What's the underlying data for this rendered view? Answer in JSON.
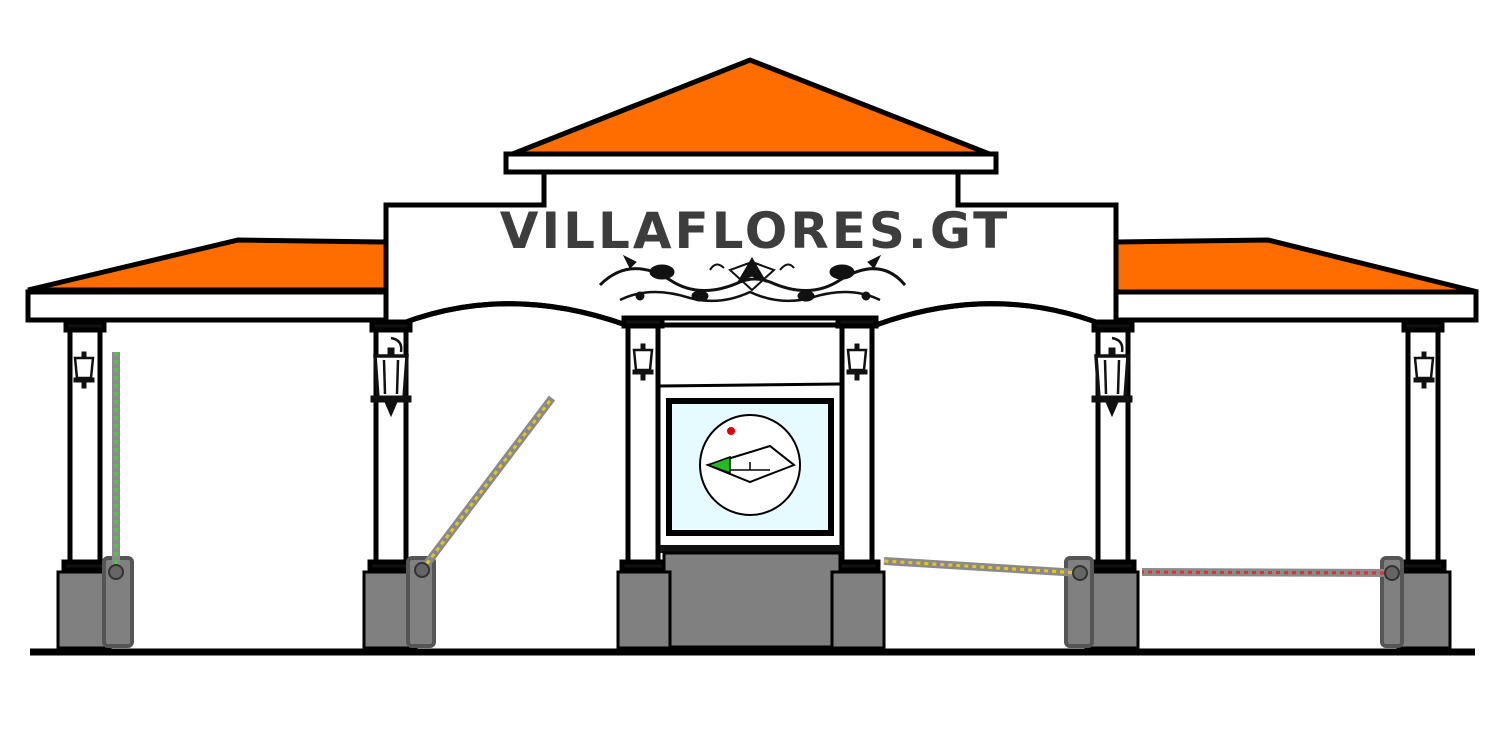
{
  "sign": {
    "text": "VILLAFLORES.GT"
  },
  "colors": {
    "roof": "#ff6d00",
    "outline": "#000000",
    "wall": "#ffffff",
    "base": "#808080",
    "screen": "#e6fbff",
    "sign_text": "#3d3d3d",
    "dot": "#e00000",
    "direction_marker": "#22bb22"
  },
  "icons": {
    "lamp": "wall-lantern-icon",
    "ornament": "floral-scroll-icon",
    "compass": "compass-dial-icon"
  },
  "barriers": {
    "lane_1": {
      "state": "raised",
      "light": "green",
      "color": "#3fd03f"
    },
    "lane_2": {
      "state": "opening",
      "light": "yellow",
      "color": "#e8c51a"
    },
    "lane_3": {
      "state": "closing",
      "light": "yellow",
      "color": "#e8c51a"
    },
    "lane_4": {
      "state": "lowered",
      "light": "red",
      "color": "#e03030"
    }
  }
}
